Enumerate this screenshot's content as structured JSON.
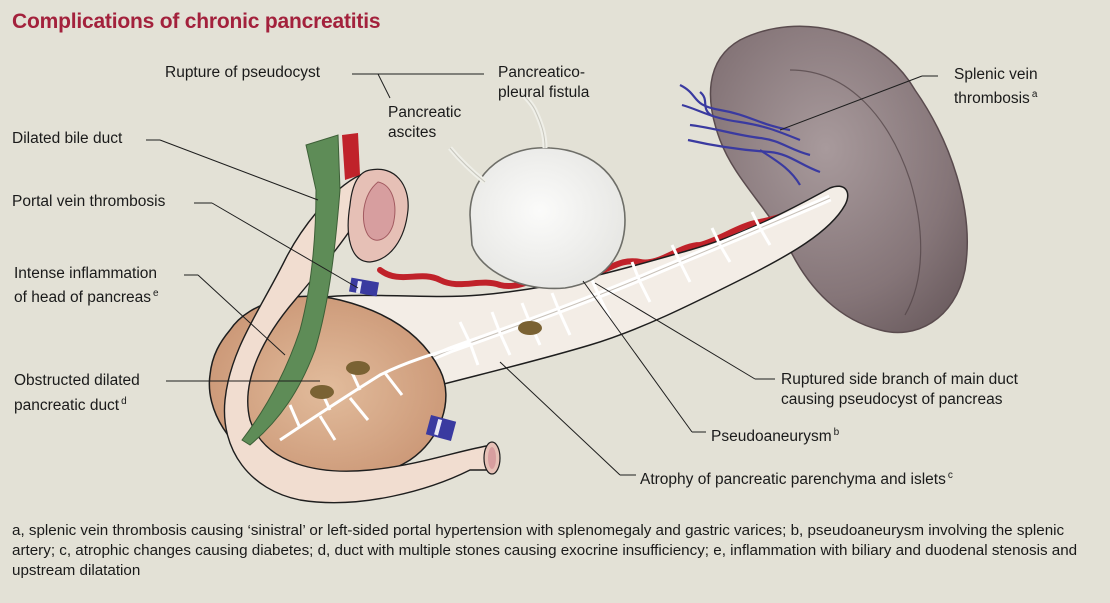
{
  "title": "Complications of chronic pancreatitis",
  "labels": {
    "rupture_pseudocyst": "Rupture of  pseudocyst",
    "pancreatico_pleural_1": "Pancreatico-",
    "pancreatico_pleural_2": "pleural fistula",
    "pancreatic_ascites_1": "Pancreatic",
    "pancreatic_ascites_2": "ascites",
    "dilated_bile_duct": "Dilated bile duct",
    "portal_vein_thrombosis": "Portal vein thrombosis",
    "intense_inflammation_1": "Intense inflammation",
    "intense_inflammation_2": "of head of pancreas",
    "intense_inflammation_sup": "e",
    "obstructed_duct_1": "Obstructed dilated",
    "obstructed_duct_2": "pancreatic duct",
    "obstructed_duct_sup": "d",
    "splenic_vein_1": "Splenic vein",
    "splenic_vein_2": "thrombosis",
    "splenic_vein_sup": "a",
    "ruptured_branch_1": "Ruptured side branch of main duct",
    "ruptured_branch_2": "causing pseudocyst of pancreas",
    "pseudoaneurysm": "Pseudoaneurysm",
    "pseudoaneurysm_sup": "b",
    "atrophy": "Atrophy of pancreatic parenchyma and islets",
    "atrophy_sup": "c"
  },
  "caption": "a, splenic vein thrombosis causing ‘sinistral’ or left-sided portal hypertension with splenomegaly and gastric varices; b, pseudoaneurysm involving the splenic artery; c, atrophic changes causing diabetes; d, duct with multiple stones causing exocrine insufficiency; e, inflammation with biliary and duodenal stenosis and upstream dilatation",
  "colors": {
    "title": "#a3213c",
    "background": "#e3e1d6",
    "artery": "#c0222a",
    "vein": "#3a3aa0",
    "bile_duct": "#5e8c57",
    "spleen": "#8b7c7e",
    "pancreas_body": "#f3ede6",
    "pancreas_head": "#d9ab89"
  }
}
